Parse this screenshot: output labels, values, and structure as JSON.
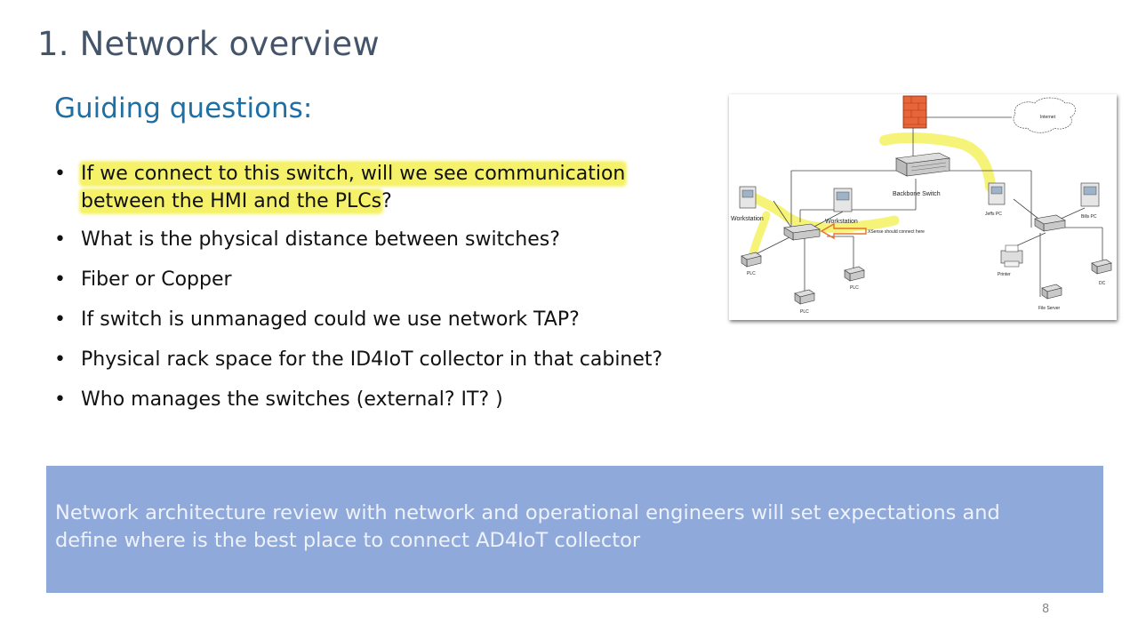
{
  "slide": {
    "title": "1. Network overview",
    "subtitle": "Guiding questions:",
    "page_number": "8"
  },
  "bullets": [
    {
      "text_highlighted": "If we connect to this switch, will we see communication",
      "text_line2_highlighted": "between the HMI and the PLCs",
      "text_tail": "?"
    },
    {
      "text": "What is the physical distance between switches?"
    },
    {
      "text": "Fiber or Copper"
    },
    {
      "text": "If switch is unmanaged could we use network TAP?"
    },
    {
      "text": "Physical rack space for the ID4IoT collector in that cabinet?"
    },
    {
      "text": "Who manages the switches (external? IT? )"
    }
  ],
  "banner": {
    "text": "Network architecture review with network and operational engineers will set expectations and define where is the best place to connect AD4IoT collector"
  },
  "diagram": {
    "labels": {
      "internet": "Internet",
      "backbone_switch": "Backbone Switch",
      "workstation_left": "Workstation",
      "workstation_mid": "Workstation",
      "jeffs_pc": "Jeffs PC",
      "bills_pc": "Bills PC",
      "xsense_note": "XSense should connect here",
      "plc_left": "PLC",
      "plc_bottom": "PLC",
      "plc_mid": "PLC",
      "printer": "Printer",
      "file_server": "File Server",
      "dc": "DC"
    },
    "colors": {
      "firewall": "#e8653a",
      "highlight": "#f5f26a",
      "arrow": "#e8702a"
    }
  }
}
